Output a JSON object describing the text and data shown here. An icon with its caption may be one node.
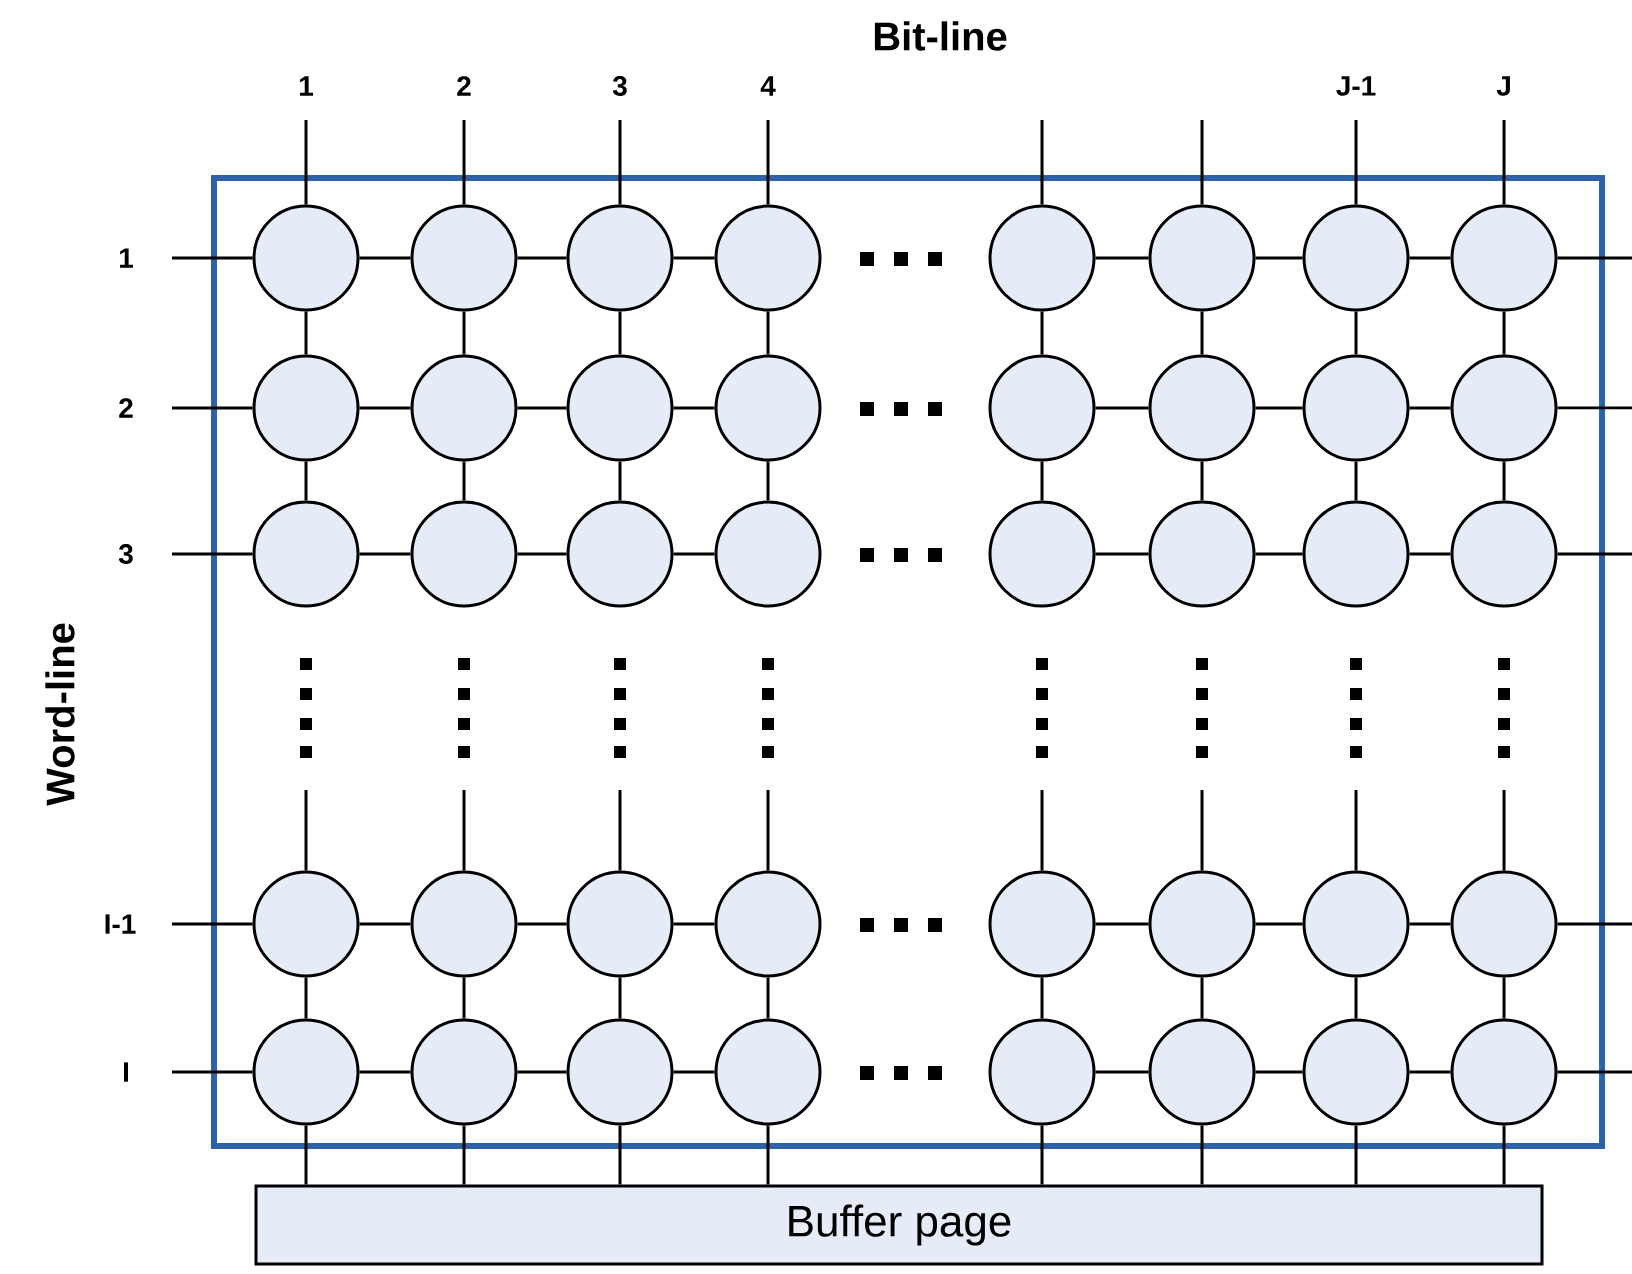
{
  "diagram": {
    "nodes": [
      {
        "text": [],
        "shape": "box"
      },
      {
        "text": [],
        "shape": "circle",
        "in": 0
      },
      {
        "text": [],
        "shape": "circle",
        "in": 0
      },
      {
        "text": [],
        "shape": "circle",
        "in": 0
      },
      {
        "text": [],
        "shape": "circle",
        "in": 0
      },
      {
        "text": [],
        "shape": "circle",
        "in": 0
      },
      {
        "text": [],
        "shape": "circle",
        "in": 0
      },
      {
        "text": [],
        "shape": "circle",
        "in": 0
      },
      {
        "text": [],
        "shape": "circle",
        "in": 0
      },
      {
        "text": [],
        "shape": "circle",
        "in": 0
      },
      {
        "text": [],
        "shape": "circle",
        "in": 0
      },
      {
        "text": [],
        "shape": "circle",
        "in": 0
      },
      {
        "text": [],
        "shape": "circle",
        "in": 0
      },
      {
        "text": [],
        "shape": "circle",
        "in": 0
      },
      {
        "text": [],
        "shape": "circle",
        "in": 0
      },
      {
        "text": [],
        "shape": "circle",
        "in": 0
      },
      {
        "text": [],
        "shape": "circle",
        "in": 0
      },
      {
        "text": [],
        "shape": "circle",
        "in": 0
      },
      {
        "text": [],
        "shape": "circle",
        "in": 0
      },
      {
        "text": [],
        "shape": "circle",
        "in": 0
      },
      {
        "text": [],
        "shape": "circle",
        "in": 0
      },
      {
        "text": [],
        "shape": "circle",
        "in": 0
      },
      {
        "text": [],
        "shape": "circle",
        "in": 0
      },
      {
        "text": [],
        "shape": "circle",
        "in": 0
      },
      {
        "text": [],
        "shape": "circle",
        "in": 0
      },
      {
        "text": [],
        "shape": "circle",
        "in": 0
      },
      {
        "text": [],
        "shape": "circle",
        "in": 0
      },
      {
        "text": [],
        "shape": "circle",
        "in": 0
      },
      {
        "text": [],
        "shape": "circle",
        "in": 0
      },
      {
        "text": [],
        "shape": "circle",
        "in": 0
      },
      {
        "text": [],
        "shape": "circle",
        "in": 0
      },
      {
        "text": [],
        "shape": "circle",
        "in": 0
      },
      {
        "text": [],
        "shape": "circle",
        "in": 0
      },
      {
        "text": [],
        "shape": "circle",
        "in": 0
      },
      {
        "text": [],
        "shape": "circle",
        "in": 0
      },
      {
        "text": [],
        "shape": "circle",
        "in": 0
      },
      {
        "text": [],
        "shape": "circle",
        "in": 0
      },
      {
        "text": [],
        "shape": "circle",
        "in": 0
      },
      {
        "text": [],
        "shape": "circle",
        "in": 0
      },
      {
        "text": [],
        "shape": "circle",
        "in": 0
      },
      {
        "text": [],
        "shape": "circle",
        "in": 0
      },
      {
        "text": [
          "Buffer page"
        ]
      }
    ],
    "edges": [
      {
        "from": 1,
        "to": 2,
        "arrow": "none"
      },
      {
        "from": 2,
        "to": 3,
        "arrow": "none"
      },
      {
        "from": 3,
        "to": 4,
        "arrow": "none"
      },
      {
        "from": 5,
        "to": 6,
        "arrow": "none"
      },
      {
        "from": 6,
        "to": 7,
        "arrow": "none"
      },
      {
        "from": 7,
        "to": 8,
        "arrow": "none"
      },
      {
        "from": 9,
        "to": 10,
        "arrow": "none"
      },
      {
        "from": 10,
        "to": 11,
        "arrow": "none"
      },
      {
        "from": 11,
        "to": 12,
        "arrow": "none"
      },
      {
        "from": 13,
        "to": 14,
        "arrow": "none"
      },
      {
        "from": 14,
        "to": 15,
        "arrow": "none"
      },
      {
        "from": 15,
        "to": 16,
        "arrow": "none"
      },
      {
        "from": 17,
        "to": 18,
        "arrow": "none"
      },
      {
        "from": 18,
        "to": 19,
        "arrow": "none"
      },
      {
        "from": 19,
        "to": 20,
        "arrow": "none"
      },
      {
        "from": 21,
        "to": 22,
        "arrow": "none"
      },
      {
        "from": 22,
        "to": 23,
        "arrow": "none"
      },
      {
        "from": 23,
        "to": 24,
        "arrow": "none"
      },
      {
        "from": 25,
        "to": 26,
        "arrow": "none"
      },
      {
        "from": 26,
        "to": 27,
        "arrow": "none"
      },
      {
        "from": 27,
        "to": 28,
        "arrow": "none"
      },
      {
        "from": 29,
        "to": 30,
        "arrow": "none"
      },
      {
        "from": 30,
        "to": 31,
        "arrow": "none"
      },
      {
        "from": 31,
        "to": 32,
        "arrow": "none"
      },
      {
        "from": 33,
        "to": 34,
        "arrow": "none"
      },
      {
        "from": 34,
        "to": 35,
        "arrow": "none"
      },
      {
        "from": 35,
        "to": 36,
        "arrow": "none"
      },
      {
        "from": 37,
        "to": 38,
        "arrow": "none"
      },
      {
        "from": 38,
        "to": 39,
        "arrow": "none"
      },
      {
        "from": 39,
        "to": 40,
        "arrow": "none"
      },
      {
        "from": 1,
        "to": 9,
        "arrow": "none"
      },
      {
        "from": 2,
        "to": 10,
        "arrow": "none"
      },
      {
        "from": 3,
        "to": 11,
        "arrow": "none"
      },
      {
        "from": 4,
        "to": 12,
        "arrow": "none"
      },
      {
        "from": 5,
        "to": 13,
        "arrow": "none"
      },
      {
        "from": 6,
        "to": 14,
        "arrow": "none"
      },
      {
        "from": 7,
        "to": 15,
        "arrow": "none"
      },
      {
        "from": 8,
        "to": 16,
        "arrow": "none"
      },
      {
        "from": 9,
        "to": 17,
        "arrow": "none"
      },
      {
        "from": 10,
        "to": 18,
        "arrow": "none"
      },
      {
        "from": 11,
        "to": 19,
        "arrow": "none"
      },
      {
        "from": 12,
        "to": 20,
        "arrow": "none"
      },
      {
        "from": 13,
        "to": 21,
        "arrow": "none"
      },
      {
        "from": 14,
        "to": 22,
        "arrow": "none"
      },
      {
        "from": 15,
        "to": 23,
        "arrow": "none"
      },
      {
        "from": 16,
        "to": 24,
        "arrow": "none"
      },
      {
        "from": 25,
        "to": 33,
        "arrow": "none"
      },
      {
        "from": 26,
        "to": 34,
        "arrow": "none"
      },
      {
        "from": 27,
        "to": 35,
        "arrow": "none"
      },
      {
        "from": 28,
        "to": 36,
        "arrow": "none"
      },
      {
        "from": 29,
        "to": 37,
        "arrow": "none"
      },
      {
        "from": 30,
        "to": 38,
        "arrow": "none"
      },
      {
        "from": 31,
        "to": 39,
        "arrow": "none"
      },
      {
        "from": 32,
        "to": 40,
        "arrow": "none"
      },
      {
        "from": 33,
        "to": 41,
        "arrow": "none"
      },
      {
        "from": 34,
        "to": 41,
        "arrow": "none"
      },
      {
        "from": 35,
        "to": 41,
        "arrow": "none"
      },
      {
        "from": 36,
        "to": 41,
        "arrow": "none"
      },
      {
        "from": 37,
        "to": 41,
        "arrow": "none"
      },
      {
        "from": 38,
        "to": 41,
        "arrow": "none"
      },
      {
        "from": 39,
        "to": 41,
        "arrow": "none"
      },
      {
        "from": 40,
        "to": 41,
        "arrow": "none"
      },
      {
        "from": null,
        "to": 1,
        "arrow": "none"
      },
      {
        "from": null,
        "to": 2,
        "arrow": "none"
      },
      {
        "from": null,
        "to": 3,
        "arrow": "none"
      },
      {
        "from": null,
        "to": 4,
        "arrow": "none"
      },
      {
        "from": null,
        "to": 5,
        "arrow": "none"
      },
      {
        "from": null,
        "to": 6,
        "arrow": "none"
      },
      {
        "from": null,
        "to": 7,
        "arrow": "none"
      },
      {
        "from": null,
        "to": 8,
        "arrow": "none"
      },
      {
        "from": null,
        "to": 25,
        "arrow": "none"
      },
      {
        "from": null,
        "to": 26,
        "arrow": "none"
      },
      {
        "from": null,
        "to": 27,
        "arrow": "none"
      },
      {
        "from": null,
        "to": 28,
        "arrow": "none"
      },
      {
        "from": null,
        "to": 29,
        "arrow": "none"
      },
      {
        "from": null,
        "to": 30,
        "arrow": "none"
      },
      {
        "from": null,
        "to": 31,
        "arrow": "none"
      },
      {
        "from": null,
        "to": 32,
        "arrow": "none"
      },
      {
        "from": null,
        "to": 1,
        "arrow": "none"
      },
      {
        "from": null,
        "to": 9,
        "arrow": "none"
      },
      {
        "from": null,
        "to": 17,
        "arrow": "none"
      },
      {
        "from": null,
        "to": 25,
        "arrow": "none"
      },
      {
        "from": null,
        "to": 33,
        "arrow": "none"
      },
      {
        "from": 8,
        "to": null,
        "arrow": "none"
      },
      {
        "from": 16,
        "to": null,
        "arrow": "none"
      },
      {
        "from": 24,
        "to": null,
        "arrow": "none"
      },
      {
        "from": 32,
        "to": null,
        "arrow": "none"
      },
      {
        "from": 40,
        "to": null,
        "arrow": "none"
      }
    ],
    "labels": [
      "Bit-line",
      "1",
      "2",
      "3",
      "4",
      "J-1",
      "J",
      "1",
      "2",
      "3",
      "Word-line",
      "I-1",
      "I"
    ]
  }
}
